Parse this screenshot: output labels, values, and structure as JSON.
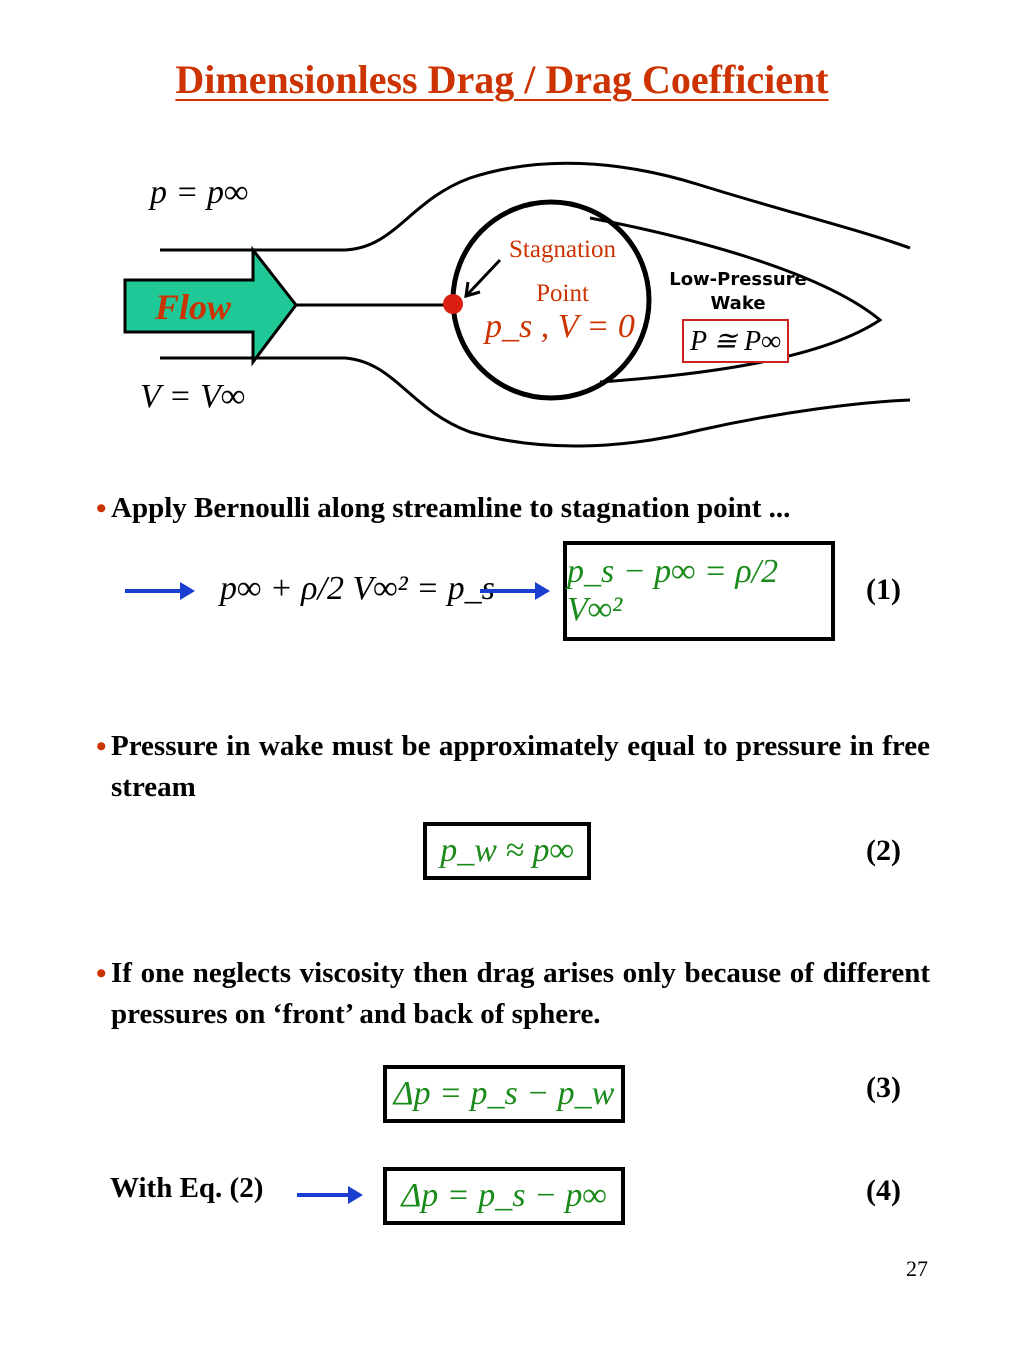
{
  "slide": {
    "title": "Dimensionless Drag / Drag Coefficient",
    "page_number": "27"
  },
  "diagram": {
    "pressure_label": "p = p∞",
    "velocity_label": "V = V∞",
    "flow_label": "Flow",
    "stagnation_label_line1": "Stagnation",
    "stagnation_label_line2": "Point",
    "stagnation_condition": "p_s , V = 0",
    "wake_label_line1": "Low-Pressure",
    "wake_label_line2": "Wake",
    "wake_condition": "P ≅ P∞",
    "colors": {
      "flow_arrow": "#1fc896",
      "accent_red": "#cc3300",
      "stagnation_dot": "#d92010",
      "eq_green": "#1a8a1a",
      "arrow_blue": "#1a3fd0"
    }
  },
  "bullets": [
    {
      "text": "Apply Bernoulli along streamline to stagnation point ..."
    },
    {
      "text": "Pressure in wake must be approximately equal to pressure in free stream"
    },
    {
      "text": "If one neglects viscosity then drag arises only because of different pressures on ‘front’ and back of sphere."
    }
  ],
  "equations": {
    "bernoulli": "p∞ + ρ/2 V∞² = p_s",
    "eq1": "p_s − p∞ = ρ/2 V∞²",
    "eq1_number": "(1)",
    "eq2": "p_w ≈ p∞",
    "eq2_number": "(2)",
    "eq3": "Δp = p_s − p_w",
    "eq3_number": "(3)",
    "eq4_prefix": "With Eq. (2)",
    "eq4": "Δp = p_s − p∞",
    "eq4_number": "(4)"
  }
}
